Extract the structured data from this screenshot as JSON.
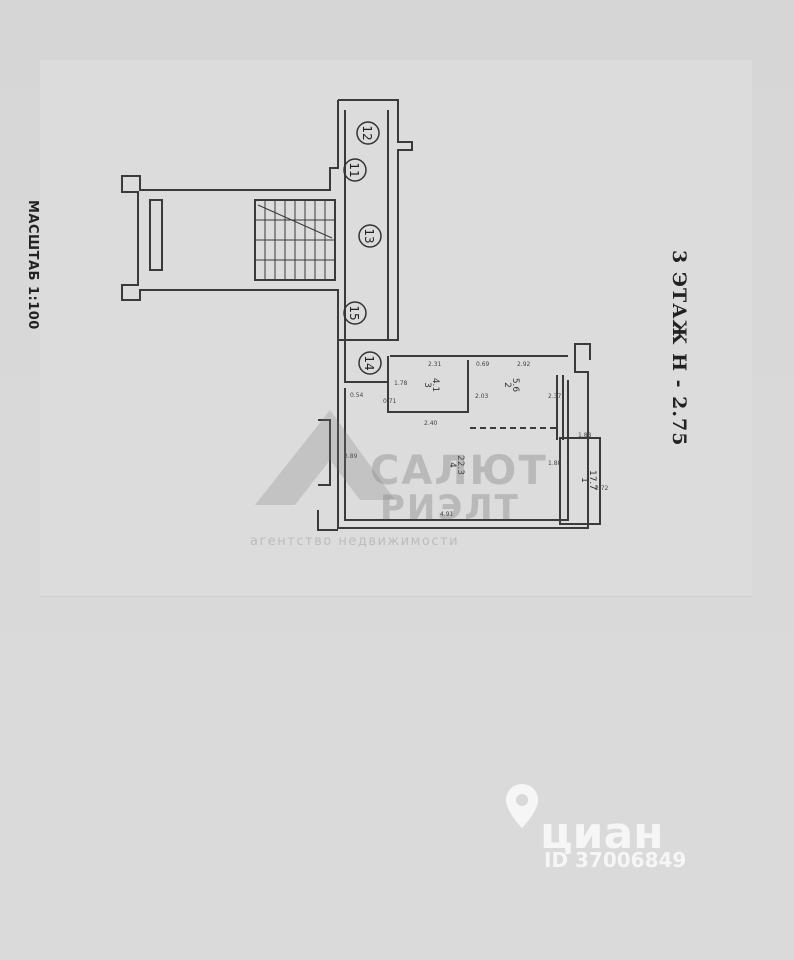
{
  "scale": "МАСШТАБ 1:100",
  "floor": "3 ЭТАЖ H - 2.75",
  "circles": [
    "12",
    "11",
    "13",
    "15",
    "14"
  ],
  "rooms": [
    {
      "id": "room-1",
      "number": "1",
      "area": "17.7"
    },
    {
      "id": "room-2",
      "number": "2",
      "area": "5.6"
    },
    {
      "id": "room-3",
      "number": "3",
      "area": "4.1"
    },
    {
      "id": "room-4",
      "number": "4",
      "area": "22.3"
    }
  ],
  "dimensions": [
    "2.31",
    "0.69",
    "2.92",
    "1.78",
    "2.03",
    "2.37",
    "2.40",
    "0.54",
    "0.71",
    "3.89",
    "4.91",
    "2.72",
    "1.88",
    "1.88"
  ],
  "watermark": {
    "brand_line1": "САЛЮТ",
    "brand_line2": "РИЭЛТ",
    "agency": "агентство недвижимости",
    "site": "циан",
    "listing_id": "ID 37006849"
  }
}
